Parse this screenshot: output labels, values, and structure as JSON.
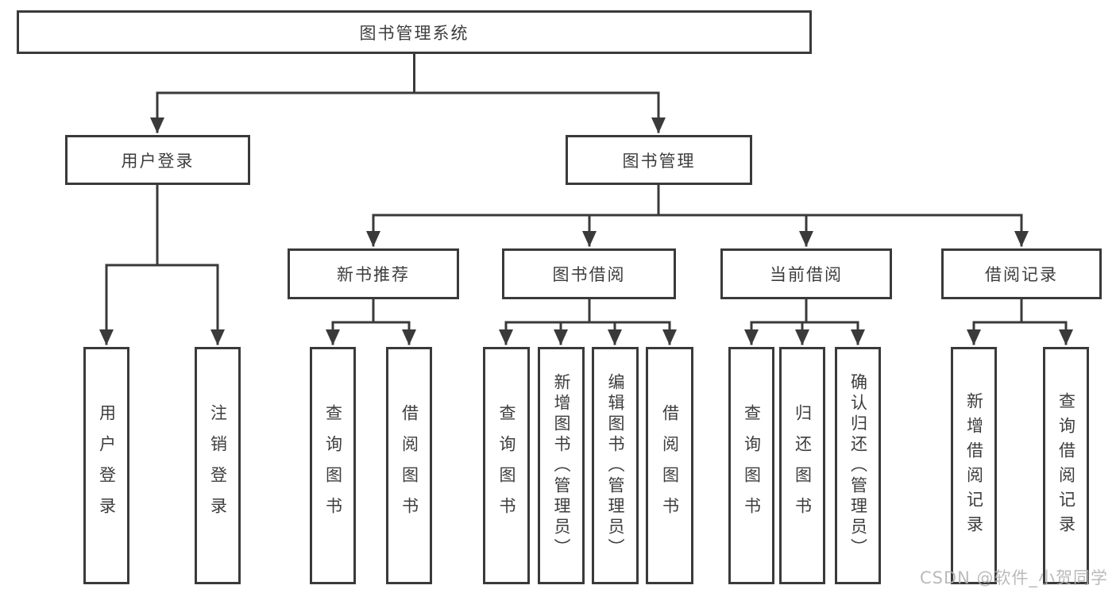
{
  "diagram": {
    "root": {
      "label": "图书管理系统"
    },
    "level2": [
      {
        "label": "用户登录"
      },
      {
        "label": "图书管理"
      }
    ],
    "level3": [
      {
        "label": "新书推荐"
      },
      {
        "label": "图书借阅"
      },
      {
        "label": "当前借阅"
      },
      {
        "label": "借阅记录"
      }
    ],
    "leaves": {
      "user_login": [
        {
          "label": "用户登录"
        },
        {
          "label": "注销登录"
        }
      ],
      "new_book_recommend": [
        {
          "label": "查询图书"
        },
        {
          "label": "借阅图书"
        }
      ],
      "book_borrow": [
        {
          "label": "查询图书"
        },
        {
          "label": "新增图书（管理员）"
        },
        {
          "label": "编辑图书（管理员）"
        },
        {
          "label": "借阅图书"
        }
      ],
      "current_borrow": [
        {
          "label": "查询图书"
        },
        {
          "label": "归还图书"
        },
        {
          "label": "确认归还（管理员）"
        }
      ],
      "borrow_records": [
        {
          "label": "新增借阅记录"
        },
        {
          "label": "查询借阅记录"
        }
      ]
    }
  },
  "watermark": {
    "text": "CSDN @软件_小贺同学"
  },
  "colors": {
    "line": "#3a3a3a",
    "box_border": "#3a3a3a",
    "text": "#3d3d3d",
    "watermark": "#b3b3b3",
    "background": "#ffffff"
  }
}
